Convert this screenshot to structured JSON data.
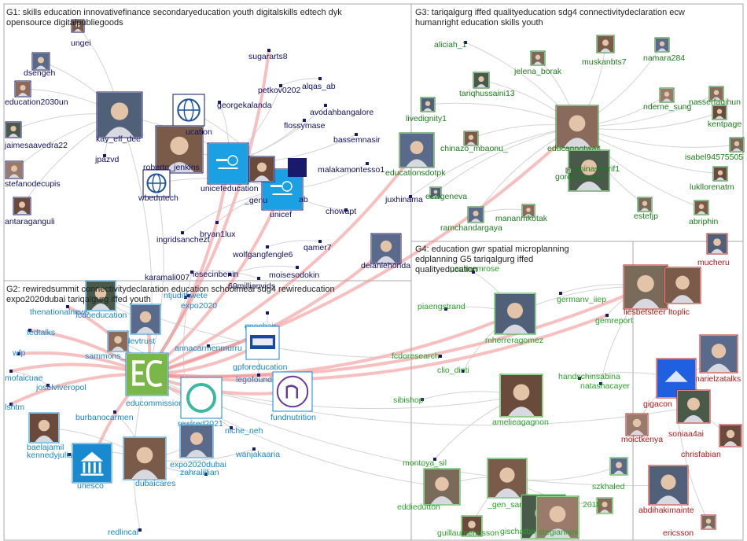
{
  "colors": {
    "g1": "#101060",
    "g2": "#1a86c8",
    "g3": "#1e7a1e",
    "g4": "#2aa02a",
    "g5": "#b01818",
    "box": "#a8a8a8",
    "edge": "#c8c8c8",
    "hub_edge": "#f08a8a"
  },
  "groups": [
    {
      "id": "g1",
      "title": "G1: skills education innovativefinance secondaryeducation youth digitalskills edtech dyk opensource digitalpubliegoods"
    },
    {
      "id": "g2",
      "title": "G2: rewiredsummit connectivitydeclaration education schoolmeal sdg4 rewireducation expo2020dubai tariqalgurg iffed youth"
    },
    {
      "id": "g3",
      "title": "G3: tariqalgurg iffed qualityeducation sdg4 connectivitydeclaration ecw humanright education skills youth"
    },
    {
      "id": "g4",
      "title": "G4: education gwr spatial microplanning edplanning G5 tariqalgurg iffed qualityeducation"
    },
    {
      "id": "g5",
      "title": ""
    }
  ],
  "nodes": [
    {
      "name": "ungei",
      "g": "g1",
      "icon": "photo"
    },
    {
      "name": "dsengeh",
      "g": "g1",
      "icon": "photo"
    },
    {
      "name": "education2030un",
      "g": "g1",
      "icon": "photo"
    },
    {
      "name": "jaimesaavedra22",
      "g": "g1",
      "icon": "photo"
    },
    {
      "name": "stefanodecupis",
      "g": "g1",
      "icon": "photo"
    },
    {
      "name": "antaraganguli",
      "g": "g1",
      "icon": "photo"
    },
    {
      "name": "kay_eff_dee",
      "g": "g1",
      "icon": "photo"
    },
    {
      "name": "jpazvd",
      "g": "g1",
      "icon": "dot"
    },
    {
      "name": "robertg_jenkins",
      "g": "g1",
      "icon": "photo"
    },
    {
      "name": "wbedutech",
      "g": "g1",
      "icon": "globe"
    },
    {
      "name": "ucation",
      "g": "g1",
      "icon": "globe"
    },
    {
      "name": "unicefeducation",
      "g": "g1",
      "icon": "unicef"
    },
    {
      "name": "unicef",
      "g": "g1",
      "icon": "unicef"
    },
    {
      "name": "_genu",
      "g": "g1",
      "icon": "photo"
    },
    {
      "name": "ab",
      "g": "g1",
      "icon": "dot"
    },
    {
      "name": "georgekalanda",
      "g": "g1",
      "icon": "dot"
    },
    {
      "name": "sugararts8",
      "g": "g1",
      "icon": "dot"
    },
    {
      "name": "petkov0202",
      "g": "g1",
      "icon": "dot"
    },
    {
      "name": "alqas_ab",
      "g": "g1",
      "icon": "dot"
    },
    {
      "name": "avodahbangalore",
      "g": "g1",
      "icon": "dot"
    },
    {
      "name": "flossymase",
      "g": "g1",
      "icon": "dot"
    },
    {
      "name": "bassemnasir",
      "g": "g1",
      "icon": "dot"
    },
    {
      "name": "malakamontesso1",
      "g": "g1",
      "icon": "dot"
    },
    {
      "name": "juxhinama",
      "g": "g1",
      "icon": "dot"
    },
    {
      "name": "chowapt",
      "g": "g1",
      "icon": "dot"
    },
    {
      "name": "bryan1lux",
      "g": "g1",
      "icon": "dot"
    },
    {
      "name": "ingridsanchezt",
      "g": "g1",
      "icon": "dot"
    },
    {
      "name": "qamer7",
      "g": "g1",
      "icon": "dot"
    },
    {
      "name": "wolfgangfengle6",
      "g": "g1",
      "icon": "dot"
    },
    {
      "name": "karamali007",
      "g": "g1",
      "icon": "dot"
    },
    {
      "name": "iesecinbenin",
      "g": "g1",
      "icon": "dot"
    },
    {
      "name": "60millionvids",
      "g": "g1",
      "icon": "dot"
    },
    {
      "name": "moisesodokin",
      "g": "g1",
      "icon": "dot"
    },
    {
      "name": "delaniehonda",
      "g": "g1",
      "icon": "photo"
    },
    {
      "name": "thenationalnews",
      "g": "g2",
      "icon": "dot"
    },
    {
      "name": "fcdoeducation",
      "g": "g2",
      "icon": "photo"
    },
    {
      "name": "tedtalks",
      "g": "g2",
      "icon": "dot"
    },
    {
      "name": "wfp",
      "g": "g2",
      "icon": "dot"
    },
    {
      "name": "mofaicuae",
      "g": "g2",
      "icon": "dot"
    },
    {
      "name": "joselviveropol",
      "g": "g2",
      "icon": "dot"
    },
    {
      "name": "lshtm",
      "g": "g2",
      "icon": "dot"
    },
    {
      "name": "eddevtrust",
      "g": "g2",
      "icon": "photo"
    },
    {
      "name": "sammons_",
      "g": "g2",
      "icon": "photo"
    },
    {
      "name": "expo2020",
      "g": "g2",
      "icon": "dot"
    },
    {
      "name": "annacarmenmurru",
      "g": "g2",
      "icon": "dot"
    },
    {
      "name": "gpechair",
      "g": "g2",
      "icon": "dot"
    },
    {
      "name": "gpforeducation",
      "g": "g2",
      "icon": "gpe"
    },
    {
      "name": "legofound",
      "g": "g2",
      "icon": "dot"
    },
    {
      "name": "fundnutrition",
      "g": "g2",
      "icon": "n"
    },
    {
      "name": "educommission",
      "g": "g2",
      "icon": "ec"
    },
    {
      "name": "burbanocarmen",
      "g": "g2",
      "icon": "dot"
    },
    {
      "name": "rewired2021",
      "g": "g2",
      "icon": "ed"
    },
    {
      "name": "niche_neh",
      "g": "g2",
      "icon": "dot"
    },
    {
      "name": "baelajamil",
      "g": "g2",
      "icon": "photo"
    },
    {
      "name": "kennedyjulius",
      "g": "g2",
      "icon": "dot"
    },
    {
      "name": "unesco",
      "g": "g2",
      "icon": "unesco"
    },
    {
      "name": "dubaicares",
      "g": "g2",
      "icon": "photo"
    },
    {
      "name": "expo2020dubai",
      "g": "g2",
      "icon": "photo"
    },
    {
      "name": "wanjakaaria",
      "g": "g2",
      "icon": "dot"
    },
    {
      "name": "zahralillian",
      "g": "g2",
      "icon": "dot"
    },
    {
      "name": "redlincal",
      "g": "g2",
      "icon": "dot"
    },
    {
      "name": "ntjudithwete",
      "g": "g2",
      "icon": "dot"
    },
    {
      "name": "aliciah_1",
      "g": "g3",
      "icon": "dot"
    },
    {
      "name": "jelena_borak",
      "g": "g3",
      "icon": "photo"
    },
    {
      "name": "muskanbts7",
      "g": "g3",
      "icon": "photo"
    },
    {
      "name": "namara284",
      "g": "g3",
      "icon": "photo"
    },
    {
      "name": "nasserfaqihun",
      "g": "g3",
      "icon": "photo"
    },
    {
      "name": "tariqhussaini13",
      "g": "g3",
      "icon": "photo"
    },
    {
      "name": "nderne_sung",
      "g": "g3",
      "icon": "photo"
    },
    {
      "name": "kentpage",
      "g": "g3",
      "icon": "photo"
    },
    {
      "name": "livedignity1",
      "g": "g3",
      "icon": "photo"
    },
    {
      "name": "isabel94575505",
      "g": "g3",
      "icon": "photo"
    },
    {
      "name": "chinazo_mbaonu_",
      "g": "g3",
      "icon": "photo"
    },
    {
      "name": "educationsdotpk",
      "g": "g3",
      "icon": "photo"
    },
    {
      "name": "educannotwait",
      "g": "g3",
      "icon": "photo"
    },
    {
      "name": "aminasherif1",
      "g": "g3",
      "icon": "photo"
    },
    {
      "name": "gordonbrown",
      "g": "g3",
      "icon": "photo"
    },
    {
      "name": "lukllorenatm",
      "g": "g3",
      "icon": "photo"
    },
    {
      "name": "ecwgeneva",
      "g": "g3",
      "icon": "photo"
    },
    {
      "name": "estefjp",
      "g": "g3",
      "icon": "photo"
    },
    {
      "name": "abriphin",
      "g": "g3",
      "icon": "photo"
    },
    {
      "name": "ramchandargaya",
      "g": "g3",
      "icon": "photo"
    },
    {
      "name": "mananmkotak",
      "g": "g3",
      "icon": "photo"
    },
    {
      "name": "paulinemrose",
      "g": "g4",
      "icon": "dot"
    },
    {
      "name": "germanv_iiep",
      "g": "g4",
      "icon": "dot"
    },
    {
      "name": "piaengstrand",
      "g": "g4",
      "icon": "dot"
    },
    {
      "name": "mherreragomez",
      "g": "g4",
      "icon": "photo"
    },
    {
      "name": "gemreport",
      "g": "g4",
      "icon": "dot"
    },
    {
      "name": "fcdoresearch",
      "g": "g4",
      "icon": "dot"
    },
    {
      "name": "clio_dinti",
      "g": "g4",
      "icon": "dot"
    },
    {
      "name": "handschinsabina",
      "g": "g4",
      "icon": "dot"
    },
    {
      "name": "natashacayer",
      "g": "g4",
      "icon": "dot"
    },
    {
      "name": "sibishop",
      "g": "g4",
      "icon": "dot"
    },
    {
      "name": "amelieagagnon",
      "g": "g4",
      "icon": "photo"
    },
    {
      "name": "montoya_sil",
      "g": "g4",
      "icon": "dot"
    },
    {
      "name": "eddiedutton",
      "g": "g4",
      "icon": "photo"
    },
    {
      "name": "_gen_sam",
      "g": "g4",
      "icon": "photo"
    },
    {
      "name": "szkhaled",
      "g": "g4",
      "icon": "photo"
    },
    {
      "name": "2018",
      "g": "g4",
      "icon": "photo"
    },
    {
      "name": "gischatbot",
      "g": "g4",
      "icon": "photo"
    },
    {
      "name": "stegiannini",
      "g": "g4",
      "icon": "photo"
    },
    {
      "name": "guillaumehusson",
      "g": "g4",
      "icon": "photo"
    },
    {
      "name": "mucheru",
      "g": "g5",
      "icon": "photo"
    },
    {
      "name": "liesbetsteer",
      "g": "g5",
      "icon": "photo"
    },
    {
      "name": "ltoplic",
      "g": "g5",
      "icon": "photo"
    },
    {
      "name": "marielzatalks",
      "g": "g5",
      "icon": "photo"
    },
    {
      "name": "gigacon",
      "g": "g5",
      "icon": "giga"
    },
    {
      "name": "soniaa4ai",
      "g": "g5",
      "icon": "photo"
    },
    {
      "name": "moictkenya",
      "g": "g5",
      "icon": "photo"
    },
    {
      "name": "chrisfabian",
      "g": "g5",
      "icon": "photo"
    },
    {
      "name": "abdihakimainte",
      "g": "g5",
      "icon": "photo"
    },
    {
      "name": "ericsson",
      "g": "g5",
      "icon": "photo"
    }
  ],
  "edges": [
    {
      "from": "educommission",
      "to": "educannotwait",
      "hub": true
    },
    {
      "from": "educommission",
      "to": "liesbetsteer",
      "hub": true
    },
    {
      "from": "educommission",
      "to": "unicef",
      "hub": true
    },
    {
      "from": "educommission",
      "to": "sugararts8",
      "hub": true
    },
    {
      "from": "educommission",
      "to": "tedtalks",
      "hub": true
    },
    {
      "from": "educommission",
      "to": "wfp",
      "hub": true
    },
    {
      "from": "educommission",
      "to": "mofaicuae",
      "hub": true
    },
    {
      "from": "educommission",
      "to": "lshtm",
      "hub": true
    },
    {
      "from": "educommission",
      "to": "thenationalnews",
      "hub": true
    },
    {
      "from": "educommission",
      "to": "unesco",
      "hub": true
    },
    {
      "from": "educommission",
      "to": "gpforeducation",
      "hub": true
    },
    {
      "from": "educommission",
      "to": "fundnutrition",
      "hub": true
    },
    {
      "from": "educommission",
      "to": "rewired2021",
      "hub": true
    },
    {
      "from": "educommission",
      "to": "eddevtrust",
      "hub": true
    },
    {
      "from": "educommission",
      "to": "unicefeducation",
      "hub": true
    },
    {
      "from": "educommission",
      "to": "educationsdotpk",
      "hub": true
    },
    {
      "from": "educommission",
      "to": "delaniehonda",
      "hub": true
    },
    {
      "from": "educommission",
      "to": "gemreport",
      "hub": true
    },
    {
      "from": "educommission",
      "to": "mherreragomez",
      "hub": true
    },
    {
      "from": "educommission",
      "to": "abdihakimainte",
      "hub": false
    },
    {
      "from": "educommission",
      "to": "redlincal",
      "hub": false
    },
    {
      "from": "educommission",
      "to": "eddiedutton",
      "hub": false
    },
    {
      "from": "educommission",
      "to": "amelieagagnon",
      "hub": false
    },
    {
      "from": "educommission",
      "to": "soniaa4ai",
      "hub": false
    },
    {
      "from": "educommission",
      "to": "kay_eff_dee",
      "hub": false
    },
    {
      "from": "educommission",
      "to": "wbedutech",
      "hub": false
    },
    {
      "from": "educommission",
      "to": "karamali007",
      "hub": false
    },
    {
      "from": "educannotwait",
      "to": "juxhinama",
      "hub": false
    },
    {
      "from": "educannotwait",
      "to": "gordonbrown",
      "hub": false
    },
    {
      "from": "educannotwait",
      "to": "muskanbts7",
      "hub": false
    },
    {
      "from": "educannotwait",
      "to": "jelena_borak",
      "hub": false
    },
    {
      "from": "educannotwait",
      "to": "tariqhussaini13",
      "hub": false
    },
    {
      "from": "educannotwait",
      "to": "livedignity1",
      "hub": false
    },
    {
      "from": "educannotwait",
      "to": "ecwgeneva",
      "hub": false
    },
    {
      "from": "educannotwait",
      "to": "ramchandargaya",
      "hub": false
    },
    {
      "from": "educannotwait",
      "to": "nderne_sung",
      "hub": false
    },
    {
      "from": "educannotwait",
      "to": "kentpage",
      "hub": false
    },
    {
      "from": "educannotwait",
      "to": "isabel94575505",
      "hub": false
    },
    {
      "from": "educannotwait",
      "to": "lukllorenatm",
      "hub": false
    },
    {
      "from": "educannotwait",
      "to": "abriphin",
      "hub": false
    },
    {
      "from": "educannotwait",
      "to": "estefjp",
      "hub": false
    },
    {
      "from": "educannotwait",
      "to": "namara284",
      "hub": false
    },
    {
      "from": "educannotwait",
      "to": "nasserfaqihun",
      "hub": false
    },
    {
      "from": "educannotwait",
      "to": "chinazo_mbaonu_",
      "hub": false
    },
    {
      "from": "educannotwait",
      "to": "aliciah_1",
      "hub": false
    },
    {
      "from": "liesbetsteer",
      "to": "gemreport",
      "hub": false
    },
    {
      "from": "liesbetsteer",
      "to": "mherreragomez",
      "hub": false
    },
    {
      "from": "liesbetsteer",
      "to": "germanv_iiep",
      "hub": false
    },
    {
      "from": "liesbetsteer",
      "to": "natashacayer",
      "hub": false
    },
    {
      "from": "liesbetsteer",
      "to": "ltoplic",
      "hub": false
    },
    {
      "from": "gigacon",
      "to": "marielzatalks",
      "hub": false
    },
    {
      "from": "gigacon",
      "to": "moictkenya",
      "hub": false
    },
    {
      "from": "gigacon",
      "to": "chrisfabian",
      "hub": false
    },
    {
      "from": "gigacon",
      "to": "ericsson",
      "hub": false
    },
    {
      "from": "gigacon",
      "to": "soniaa4ai",
      "hub": false
    },
    {
      "from": "gigacon",
      "to": "handschinsabina",
      "hub": false
    },
    {
      "from": "unicef",
      "to": "unicefeducation",
      "hub": false
    },
    {
      "from": "unicef",
      "to": "ucation",
      "hub": false
    },
    {
      "from": "unicef",
      "to": "wbedutech",
      "hub": false
    },
    {
      "from": "unicef",
      "to": "robertg_jenkins",
      "hub": false
    },
    {
      "from": "unicef",
      "to": "kay_eff_dee",
      "hub": false
    },
    {
      "from": "unicef",
      "to": "chowapt",
      "hub": false
    },
    {
      "from": "unicef",
      "to": "malakamontesso1",
      "hub": false
    },
    {
      "from": "unicef",
      "to": "ingridsanchezt",
      "hub": false
    },
    {
      "from": "unicef",
      "to": "bryan1lux",
      "hub": false
    },
    {
      "from": "unicefeducation",
      "to": "georgekalanda",
      "hub": false
    },
    {
      "from": "unicefeducation",
      "to": "petkov0202",
      "hub": false
    },
    {
      "from": "unicefeducation",
      "to": "bassemnasir",
      "hub": false
    },
    {
      "from": "unicefeducation",
      "to": "flossymase",
      "hub": false
    },
    {
      "from": "unicefeducation",
      "to": "avodahbangalore",
      "hub": false
    },
    {
      "from": "kay_eff_dee",
      "to": "jpazvd",
      "hub": false
    },
    {
      "from": "kay_eff_dee",
      "to": "education2030un",
      "hub": false
    },
    {
      "from": "kay_eff_dee",
      "to": "dsengeh",
      "hub": false
    },
    {
      "from": "kay_eff_dee",
      "to": "jaimesaavedra22",
      "hub": false
    },
    {
      "from": "kay_eff_dee",
      "to": "stefanodecupis",
      "hub": false
    },
    {
      "from": "kay_eff_dee",
      "to": "antaraganguli",
      "hub": false
    },
    {
      "from": "kay_eff_dee",
      "to": "ungei",
      "hub": false
    },
    {
      "from": "wbedutech",
      "to": "robertg_jenkins",
      "hub": false
    },
    {
      "from": "gpforeducation",
      "to": "gpechair",
      "hub": false
    },
    {
      "from": "gpforeducation",
      "to": "legofound",
      "hub": false
    },
    {
      "from": "gpforeducation",
      "to": "annacarmenmurru",
      "hub": false
    },
    {
      "from": "dubaicares",
      "to": "expo2020dubai",
      "hub": false
    },
    {
      "from": "dubaicares",
      "to": "wanjakaaria",
      "hub": false
    },
    {
      "from": "dubaicares",
      "to": "zahralillian",
      "hub": false
    },
    {
      "from": "dubaicares",
      "to": "baelajamil",
      "hub": false
    },
    {
      "from": "dubaicares",
      "to": "kennedyjulius",
      "hub": false
    },
    {
      "from": "dubaicares",
      "to": "burbanocarmen",
      "hub": false
    },
    {
      "from": "fcdoeducation",
      "to": "fcdoresearch",
      "hub": false
    },
    {
      "from": "fcdoeducation",
      "to": "eddevtrust",
      "hub": false
    },
    {
      "from": "expo2020",
      "to": "expo2020dubai",
      "hub": false
    },
    {
      "from": "rewired2021",
      "to": "niche_neh",
      "hub": false
    },
    {
      "from": "rewired2021",
      "to": "sammons_",
      "hub": false
    },
    {
      "from": "joselviveropol",
      "to": "mofaicuae",
      "hub": false
    },
    {
      "from": "mherreragomez",
      "to": "paulinemrose",
      "hub": false
    },
    {
      "from": "mherreragomez",
      "to": "piaengstrand",
      "hub": false
    },
    {
      "from": "mherreragomez",
      "to": "clio_dinti",
      "hub": false
    },
    {
      "from": "amelieagagnon",
      "to": "sibishop",
      "hub": false
    },
    {
      "from": "amelieagagnon",
      "to": "montoya_sil",
      "hub": false
    },
    {
      "from": "_gen_sam",
      "to": "eddiedutton",
      "hub": false
    },
    {
      "from": "_gen_sam",
      "to": "gischatbot",
      "hub": false
    },
    {
      "from": "_gen_sam",
      "to": "stegiannini",
      "hub": false
    },
    {
      "from": "_gen_sam",
      "to": "szkhaled",
      "hub": false
    },
    {
      "from": "_gen_sam",
      "to": "2018",
      "hub": false
    },
    {
      "from": "_gen_sam",
      "to": "guillaumehusson",
      "hub": false
    },
    {
      "from": "qamer7",
      "to": "wolfgangfengle6",
      "hub": false
    },
    {
      "from": "moisesodokin",
      "to": "iesecinbenin",
      "hub": false
    },
    {
      "from": "60millionvids",
      "to": "karamali007",
      "hub": false
    },
    {
      "from": "mananmkotak",
      "to": "ramchandargaya",
      "hub": false
    },
    {
      "from": "alqas_ab",
      "to": "petkov0202",
      "hub": false
    },
    {
      "from": "_genu",
      "to": "ab",
      "hub": false
    },
    {
      "from": "ntjudithwete",
      "to": "expo2020",
      "hub": false
    }
  ]
}
